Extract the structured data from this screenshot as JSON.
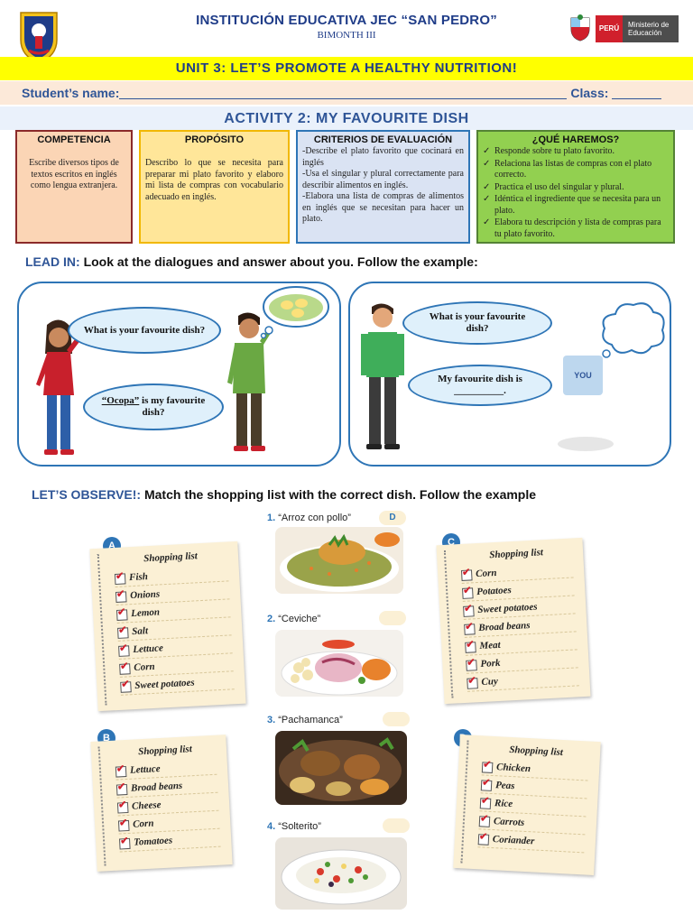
{
  "header": {
    "school": "INSTITUCIÓN EDUCATIVA JEC “SAN PEDRO”",
    "bimonth": "BIMONTH III",
    "peru_label": "PERÚ",
    "ministry": "Ministerio de Educación"
  },
  "unit_title": "UNIT 3: LET’S PROMOTE A HEALTHY NUTRITION!",
  "student": {
    "name_label": "Student’s name:",
    "class_label": "Class:"
  },
  "activity_title": "ACTIVITY 2: MY FAVOURITE DISH",
  "boxes": {
    "competencia": {
      "title": "COMPETENCIA",
      "text": "Escribe diversos tipos de textos escritos en inglés como lengua extranjera."
    },
    "proposito": {
      "title": "PROPÓSITO",
      "text": "Describo lo que se necesita para preparar mi plato favorito y elaboro mi lista de compras con vocabulario adecuado en inglés."
    },
    "criterios": {
      "title": "CRITERIOS DE EVALUACIÓN",
      "items": [
        "-Describe el plato favorito que cocinará en inglés",
        "-Usa el singular y plural correctamente para describir alimentos en inglés.",
        "-Elabora una lista de compras de alimentos en inglés que se necesitan para hacer un plato."
      ]
    },
    "haremos": {
      "title": "¿QUÉ HAREMOS?",
      "items": [
        "Responde sobre tu plato favorito.",
        "Relaciona las listas de compras con el plato correcto.",
        "Practica el uso del singular y plural.",
        "Idéntica el ingrediente que se necesita para un plato.",
        "Elabora tu descripción y lista de compras para tu plato favorito."
      ]
    }
  },
  "lead_in": {
    "label": "LEAD IN:",
    "instruction": "Look at the dialogues and answer about you. Follow the example:",
    "bubble_q1": "What is your favourite dish?",
    "bubble_a1_dish": "“Ocopa”",
    "bubble_a1_rest": " is my favourite dish?",
    "bubble_q2": "What is your favourite dish?",
    "bubble_a2": "My favourite dish is __________.",
    "you_label": "YOU"
  },
  "observe": {
    "label": "LET’S OBSERVE!:",
    "instruction": "Match the shopping list with the correct dish. Follow the example"
  },
  "shopping_lists": {
    "a": {
      "letter": "A",
      "title": "Shopping list",
      "items": [
        "Fish",
        "Onions",
        "Lemon",
        "Salt",
        "Lettuce",
        "Corn",
        "Sweet potatoes"
      ]
    },
    "b": {
      "letter": "B",
      "title": "Shopping list",
      "items": [
        "Lettuce",
        "Broad beans",
        "Cheese",
        "Corn",
        "Tomatoes"
      ]
    },
    "c": {
      "letter": "C",
      "title": "Shopping list",
      "items": [
        "Corn",
        "Potatoes",
        "Sweet potatoes",
        "Broad beans",
        "Meat",
        "Pork",
        "Cuy"
      ]
    },
    "d": {
      "letter": "D",
      "title": "Shopping list",
      "items": [
        "Chicken",
        "Peas",
        "Rice",
        "Carrots",
        "Coriander"
      ]
    }
  },
  "dishes": [
    {
      "num": "1.",
      "name": "“Arroz con pollo”",
      "answer": "D"
    },
    {
      "num": "2.",
      "name": "“Ceviche”",
      "answer": ""
    },
    {
      "num": "3.",
      "name": "“Pachamanca”",
      "answer": ""
    },
    {
      "num": "4.",
      "name": "“Solterito”",
      "answer": ""
    }
  ]
}
